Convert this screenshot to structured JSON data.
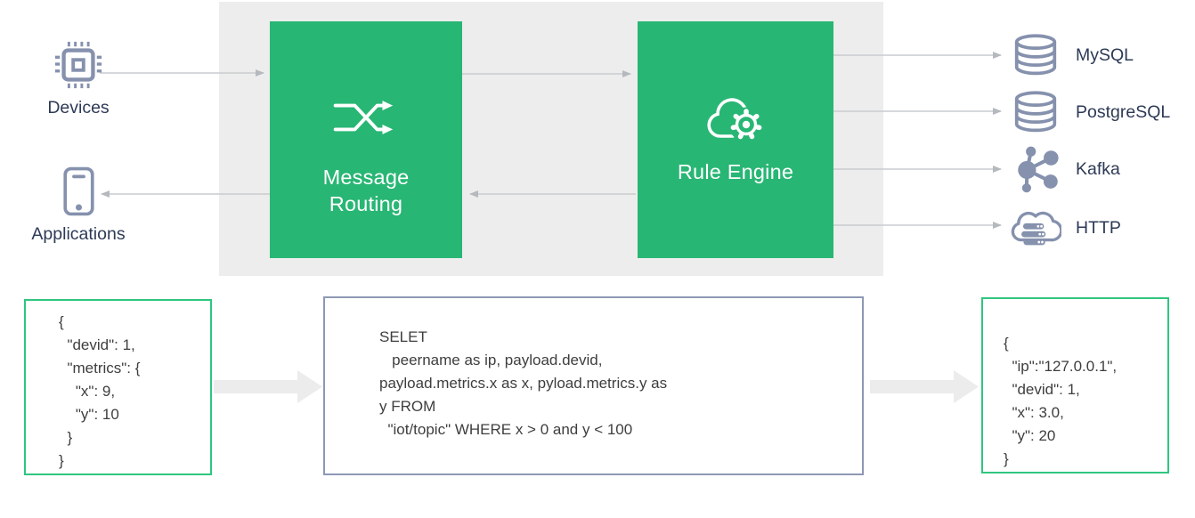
{
  "colors": {
    "stage_green": "#28b674",
    "band_gray": "#ededed",
    "icon_slate": "#8591ad",
    "label_navy": "#2d3a56",
    "code_text": "#3e3e3e",
    "panel_border_green": "#2fc67f",
    "panel_border_slate": "#8d98b4",
    "thin_arrow": "#c9cbcf",
    "thick_arrow": "#ececec"
  },
  "flow": {
    "inputs": [
      {
        "label": "Devices",
        "icon": "chip-icon"
      },
      {
        "label": "Applications",
        "icon": "smartphone-icon"
      }
    ],
    "stages": [
      {
        "label": "Message Routing",
        "icon": "shuffle-icon"
      },
      {
        "label": "Rule Engine",
        "icon": "cloud-gear-icon"
      }
    ],
    "outputs": [
      {
        "label": "MySQL",
        "icon": "database-icon"
      },
      {
        "label": "PostgreSQL",
        "icon": "database-icon"
      },
      {
        "label": "Kafka",
        "icon": "kafka-graph-icon"
      },
      {
        "label": "HTTP",
        "icon": "cloud-server-icon"
      }
    ]
  },
  "panels": {
    "input_json": "{\n  \"devid\": 1,\n  \"metrics\": {\n    \"x\": 9,\n    \"y\": 10\n  }\n}",
    "rule_sql": "SELET\n   peername as ip, payload.devid,\npayload.metrics.x as x, pyload.metrics.y as\ny FROM\n  \"iot/topic\" WHERE x > 0 and y < 100",
    "output_json": "{\n  \"ip\":\"127.0.0.1\",\n  \"devid\": 1,\n  \"x\": 3.0,\n  \"y\": 20\n}"
  }
}
